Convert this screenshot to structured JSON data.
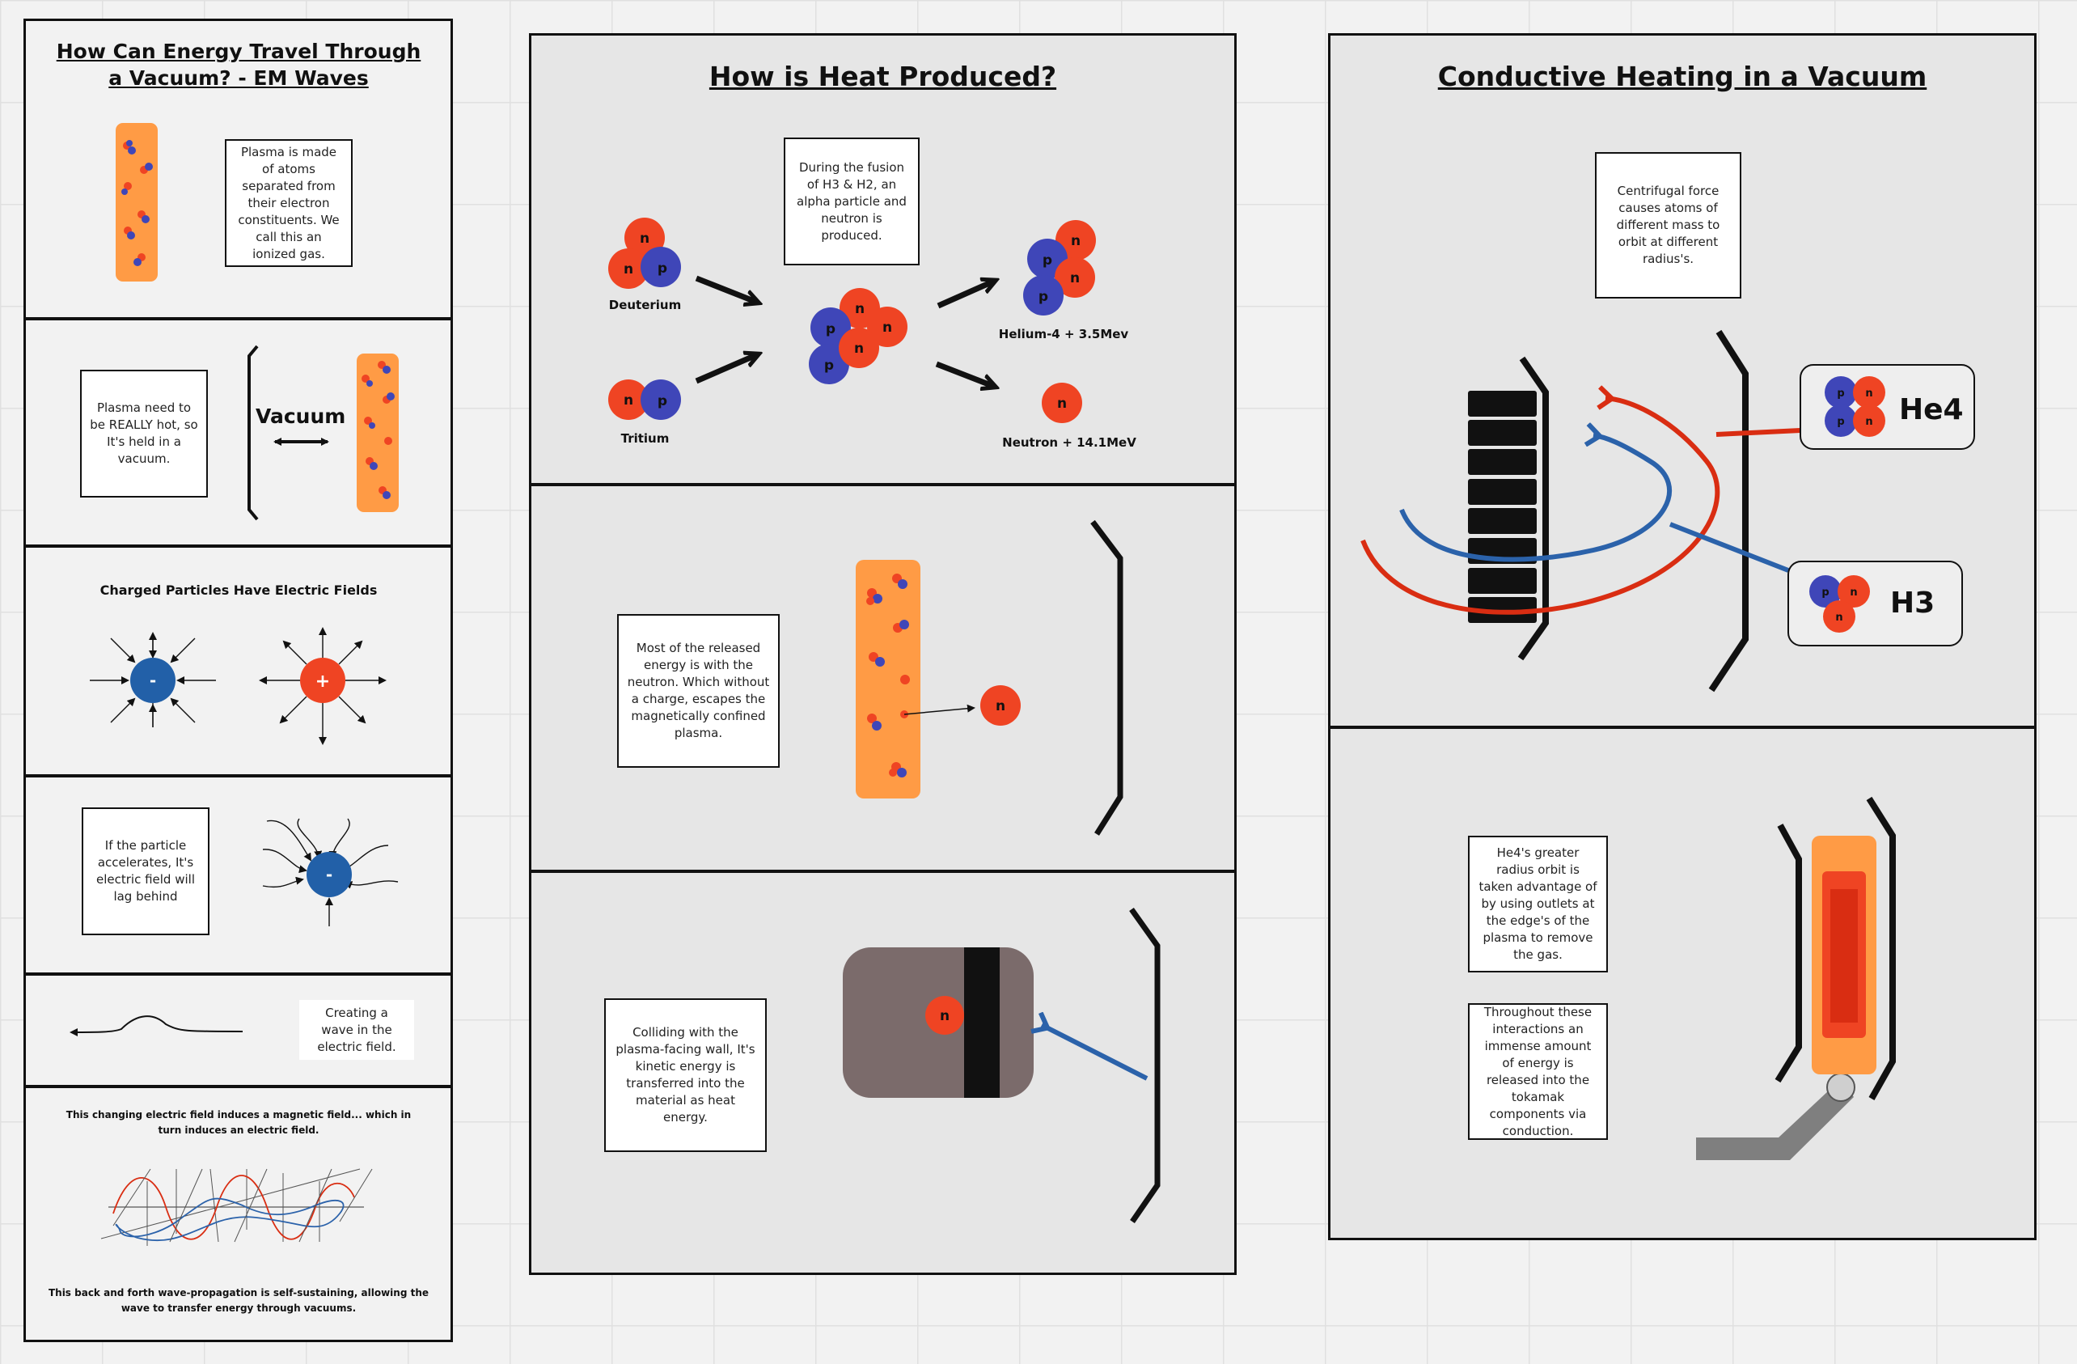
{
  "left": {
    "title_line1": "How Can Energy Travel Through",
    "title_line2": "a Vacuum? - EM Waves",
    "plasma_note": "Plasma is made of atoms separated from their electron constituents. We call this an ionized gas.",
    "vacuum_note": "Plasma need to be REALLY hot, so It's held in a vacuum.",
    "vacuum_label": "Vacuum",
    "fields_heading": "Charged Particles Have Electric Fields",
    "negative_sign": "-",
    "positive_sign": "+",
    "accel_note": "If the particle accelerates, It's electric field will lag behind",
    "accel_sign": "-",
    "wave_note": "Creating a wave in the electric field.",
    "induction_text": "This changing electric field induces a magnetic field... which in turn induces an electric field.",
    "propagation_text": "This back and forth wave-propagation is self-sustaining, allowing the wave to transfer energy through vacuums."
  },
  "middle": {
    "title": "How is Heat Produced?",
    "fusion_note": "During the fusion of H3 & H2, an alpha particle and neutron is produced.",
    "deuterium_label": "Deuterium",
    "tritium_label": "Tritium",
    "helium_label": "Helium-4 + 3.5Mev",
    "neutron_label": "Neutron + 14.1MeV",
    "neutron_letter": "n",
    "proton_letter": "p",
    "escape_note": "Most of the released energy is with the neutron. Which without a charge, escapes the magnetically confined plasma.",
    "wall_note": "Colliding with the plasma-facing wall, It's kinetic energy is transferred into the material as heat energy."
  },
  "right": {
    "title": "Conductive Heating in a Vacuum",
    "centrifugal_note": "Centrifugal force causes atoms of different mass to orbit at different radius's.",
    "he4_label": "He4",
    "h3_label": "H3",
    "outlet_note": "He4's greater radius orbit is taken advantage of by using outlets at the edge's of the plasma to remove the gas.",
    "conduction_note": "Throughout these interactions an immense amount of energy is released into the tokamak components via conduction."
  },
  "colors": {
    "neutron": "#ef4423",
    "proton": "#3f46b8",
    "negative_charge": "#2260a8",
    "plasma_orange": "#ff9b45",
    "orbit_red": "#d92d12",
    "orbit_blue": "#2b62aa",
    "wall_grey": "#7b6b6b"
  },
  "icons": {
    "plasma": "plasma-column-icon",
    "neutron": "neutron-particle-icon",
    "proton": "proton-particle-icon",
    "arrow": "arrow-icon"
  }
}
